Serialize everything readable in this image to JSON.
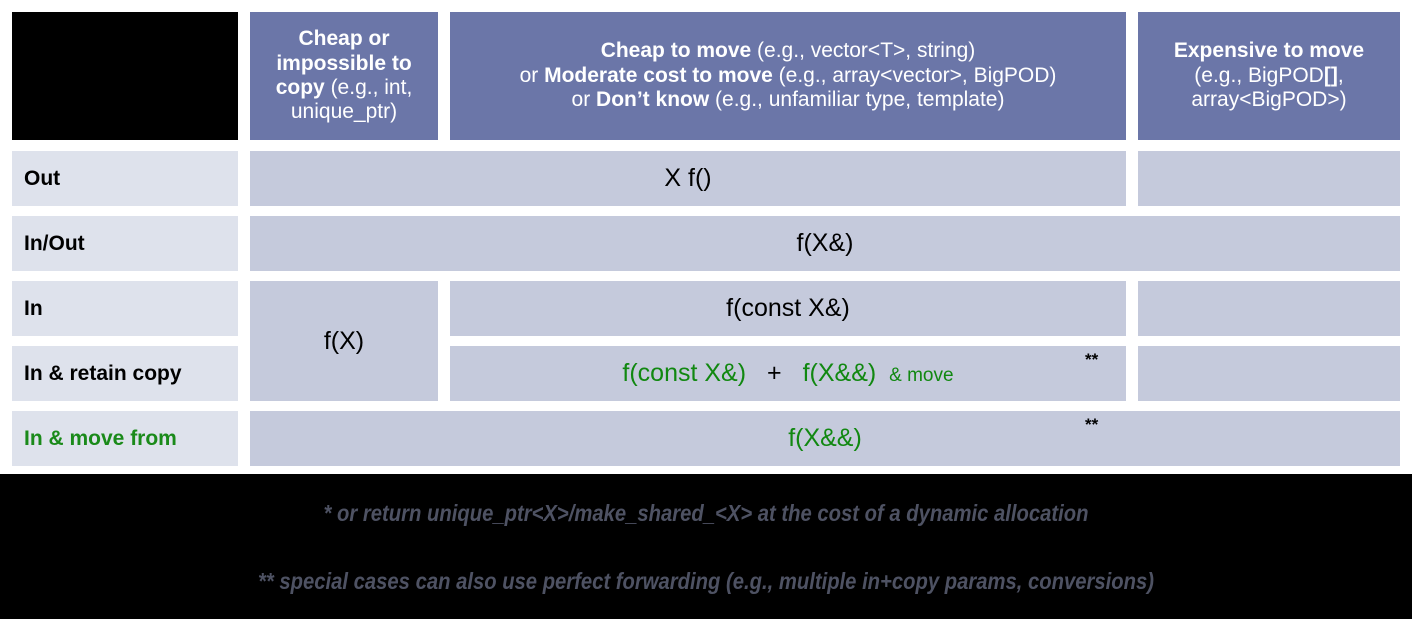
{
  "slide": {
    "title_area": "",
    "colors": {
      "header_fill": "#6B76A8",
      "cell_fill": "#C5CADC",
      "rowlabel_fill": "#DEE2EC",
      "accent_green": "#118811",
      "footer_bg": "#000000",
      "footnote_text": "#4E5263"
    }
  },
  "table": {
    "corner": "",
    "columns": [
      {
        "id": "cheap-or-impossible-to-copy",
        "line1_bold": "Cheap or impossible to copy",
        "line1_rest": " (e.g., int, unique_ptr)"
      },
      {
        "id": "cheap-to-move",
        "l1_bold": "Cheap to move",
        "l1_rest": " (e.g., vector<T>, string)",
        "l2_pre": "or ",
        "l2_bold": "Moderate cost to move",
        "l2_rest": " (e.g., array<vector>, BigPOD)",
        "l3_pre": "or ",
        "l3_bold": "Don’t know",
        "l3_rest": " (e.g., unfamiliar type, template)"
      },
      {
        "id": "expensive-to-move",
        "l1_bold": "Expensive to move",
        "l2": "(e.g., BigPOD",
        "l2_bold": "[]",
        "l2_end": ",",
        "l3": "array<BigPOD>)"
      }
    ],
    "rows": [
      {
        "id": "out",
        "label": "Out"
      },
      {
        "id": "in-out",
        "label": "In/Out"
      },
      {
        "id": "in",
        "label": "In"
      },
      {
        "id": "in-retain-copy",
        "label": "In & retain copy"
      },
      {
        "id": "in-move-from",
        "label": "In & move from",
        "green": true
      }
    ],
    "cells": {
      "out_main": "X f()",
      "out_right": "",
      "inout_main": "f(X&)",
      "in_fx": "f(X)",
      "in_main": "f(const X&)",
      "retain_a": "f(const X&)",
      "retain_plus": "+",
      "retain_b": "f(X&&)",
      "retain_b_suffix": "& move",
      "retain_note": "**",
      "movefrom_main": "f(X&&)",
      "movefrom_note": "**",
      "in_right": "",
      "retain_right": ""
    }
  },
  "footnotes": [
    "* or return unique_ptr<X>/make_shared_<X> at the cost of a dynamic allocation",
    "** special cases can also use perfect forwarding (e.g., multiple in+copy params, conversions)"
  ]
}
